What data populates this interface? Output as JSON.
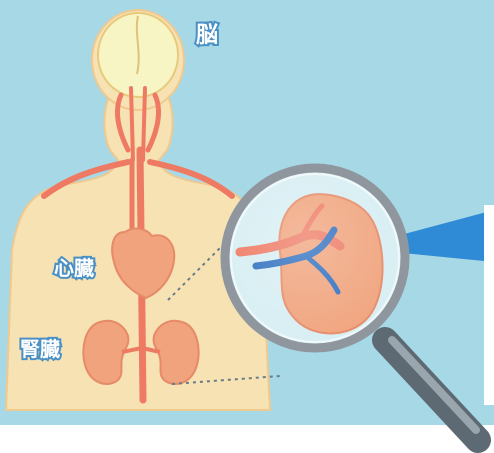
{
  "labels": {
    "brain": "脳",
    "heart": "心臓",
    "kidney": "腎臓"
  },
  "colors": {
    "background": "#a7d8e6",
    "skin": "#f6e2b3",
    "skin_outline": "#f0c98f",
    "artery": "#ee7a64",
    "organ": "#f0a37c",
    "vein_blue": "#2f6fbf",
    "lens_ring": "#8f969d",
    "label_outline": "#4a90c4"
  },
  "icons": [
    "magnifier-icon",
    "pointer-beam-icon"
  ]
}
